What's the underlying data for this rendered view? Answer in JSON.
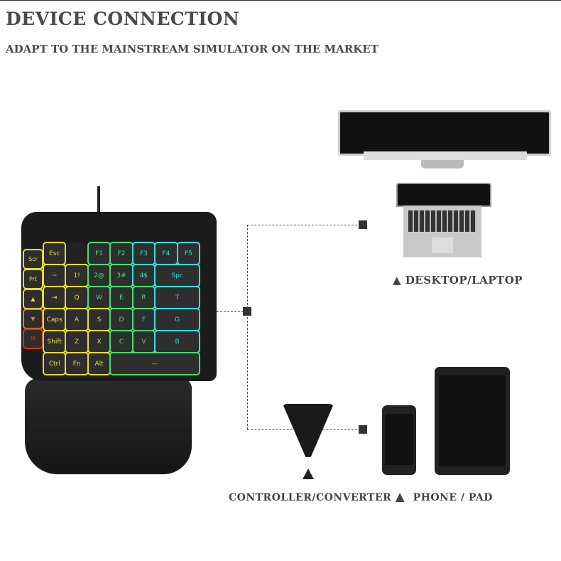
{
  "header": {
    "title": "DEVICE CONNECTION",
    "subtitle": "ADAPT TO THE MAINSTREAM SIMULATOR ON THE MARKET"
  },
  "labels": {
    "desktop_laptop": "DESKTOP/LAPTOP",
    "controller": "CONTROLLER/CONVERTER",
    "phone_pad": "PHONE / PAD",
    "triangle_icon": "▲"
  },
  "keyboard": {
    "side_keys": [
      "Scr",
      "Prt",
      "▲",
      "▼",
      "M"
    ],
    "keys": [
      [
        "Esc",
        "",
        "F1",
        "F2",
        "F3",
        "F4",
        "F5"
      ],
      [
        "~",
        "1!",
        "2@",
        "3#",
        "4$",
        "Spc",
        ""
      ],
      [
        "⇥",
        "Q",
        "W",
        "E",
        "R",
        "T",
        ""
      ],
      [
        "Caps",
        "A",
        "S",
        "D",
        "F",
        "G",
        ""
      ],
      [
        "Shift",
        "Z",
        "X",
        "C",
        "V",
        "B",
        ""
      ],
      [
        "Ctrl",
        "Fn",
        "Alt",
        "—",
        "",
        "",
        ""
      ]
    ]
  },
  "colors": {
    "yellow": "#e8e020",
    "green": "#40e070",
    "cyan": "#30e0e0",
    "red": "#e03010"
  }
}
